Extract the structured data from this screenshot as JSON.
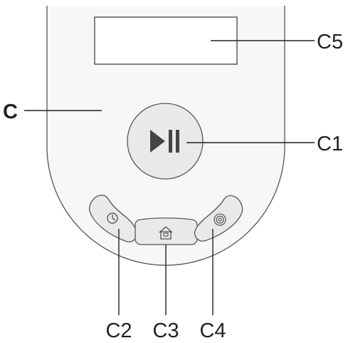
{
  "labels": {
    "c": "C",
    "c1": "C1",
    "c2": "C2",
    "c3": "C3",
    "c4": "C4",
    "c5": "C5"
  },
  "icons": {
    "c1": "play-pause-icon",
    "c2": "clock-icon",
    "c3": "home-icon",
    "c4": "spiral-icon"
  },
  "colors": {
    "outline": "#555555",
    "leader": "#222222",
    "body_fill": "#e9e9e9",
    "display_fill": "#ffffff",
    "icon": "#444444"
  }
}
